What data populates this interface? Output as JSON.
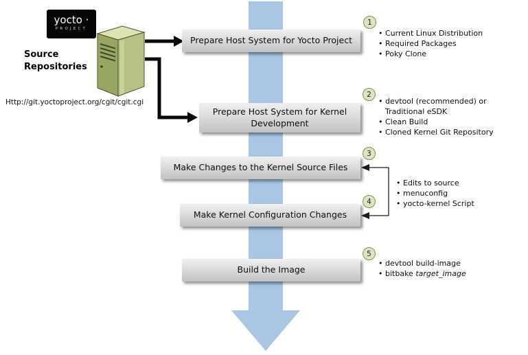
{
  "logo": {
    "title": "yocto ·",
    "subtitle": "PROJECT"
  },
  "source": {
    "label": "Source Repositories",
    "url": "Http://git.yoctoproject.org/cgit/cgit.cgi"
  },
  "boxes": {
    "b1": "Prepare Host System for Yocto Project",
    "b2": "Prepare Host System for Kernel Development",
    "b3": "Make Changes to the Kernel Source Files",
    "b4": "Make Kernel Configuration Changes",
    "b5": "Build the Image"
  },
  "step_numbers": {
    "n1": "1",
    "n2": "2",
    "n3": "3",
    "n4": "4",
    "n5": "5"
  },
  "notes": {
    "step1": [
      "Current Linux Distribution",
      "Required Packages",
      "Poky Clone"
    ],
    "step2": [
      "devtool (recommended) or",
      "Traditional eSDK",
      "Clean Build",
      "Cloned Kernel Git Repository"
    ],
    "steps34": [
      "Edits to source",
      "menuconfig",
      "yocto-kernel Script"
    ],
    "step5_line1": "devtool build-image",
    "step5_cmd": "bitbake",
    "step5_arg": "target_image"
  },
  "colors": {
    "arrow_blue": "#a9c6e4",
    "circle_fill": "#dbe5c4",
    "circle_border": "#7a9440",
    "box_gray_top": "#f0f0f0",
    "box_gray_bottom": "#c2c2c2",
    "server_green": "#a8b873",
    "logo_bg": "#060606"
  }
}
